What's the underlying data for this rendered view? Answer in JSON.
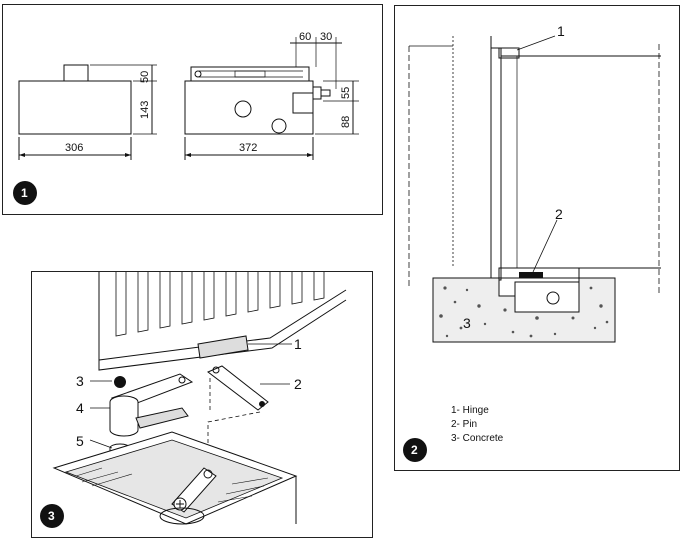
{
  "panel1": {
    "badge": "1",
    "dimensions": {
      "width_left": "306",
      "height_main": "143",
      "height_top": "50",
      "width_right": "372",
      "top_gap_a": "60",
      "top_gap_b": "30",
      "right_a": "55",
      "right_b": "88"
    }
  },
  "panel2": {
    "badge": "2",
    "callouts": [
      "1",
      "2",
      "3"
    ],
    "legend": [
      "1- Hinge",
      "2- Pin",
      "3- Concrete"
    ]
  },
  "panel3": {
    "badge": "3",
    "callouts": [
      "1",
      "2",
      "3",
      "4",
      "5"
    ]
  }
}
